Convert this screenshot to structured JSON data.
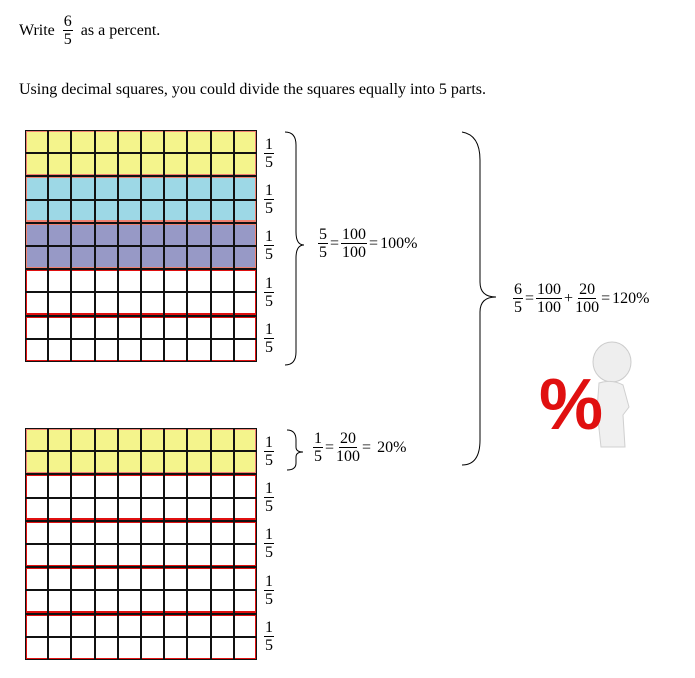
{
  "prompt": {
    "write": "Write",
    "num": "6",
    "den": "5",
    "rest": "as a percent."
  },
  "intro": "Using decimal squares, you could divide the squares equally into 5 parts.",
  "colors": {
    "yellow": "#f4f48c",
    "blue": "#9dd8e6",
    "purple": "#9799c6",
    "red": "#e01010"
  },
  "grid1": {
    "fractions": [
      {
        "n": "1",
        "d": "5"
      },
      {
        "n": "1",
        "d": "5"
      },
      {
        "n": "1",
        "d": "5"
      },
      {
        "n": "1",
        "d": "5"
      },
      {
        "n": "1",
        "d": "5"
      }
    ],
    "equation": {
      "a_n": "5",
      "a_d": "5",
      "b_n": "100",
      "b_d": "100",
      "result": "100%"
    }
  },
  "grid2": {
    "fractions": [
      {
        "n": "1",
        "d": "5"
      },
      {
        "n": "1",
        "d": "5"
      },
      {
        "n": "1",
        "d": "5"
      },
      {
        "n": "1",
        "d": "5"
      },
      {
        "n": "1",
        "d": "5"
      }
    ],
    "equation": {
      "a_n": "1",
      "a_d": "5",
      "b_n": "20",
      "b_d": "100",
      "result": "20%"
    }
  },
  "total": {
    "a_n": "6",
    "a_d": "5",
    "b_n": "100",
    "b_d": "100",
    "c_n": "20",
    "c_d": "100",
    "result": "120%"
  },
  "illustration": {
    "icon": "percent-figure-icon",
    "symbol": "%"
  }
}
